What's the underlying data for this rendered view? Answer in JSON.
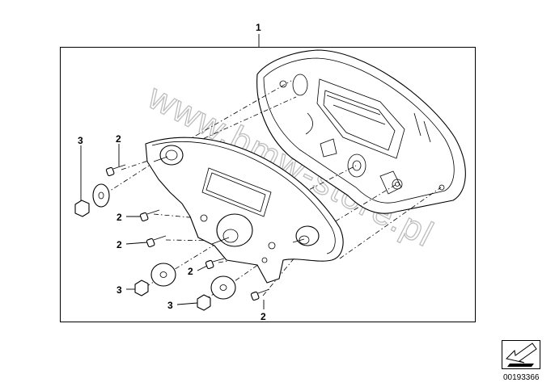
{
  "callouts": {
    "assembly": "1",
    "screw": "2",
    "nut": "3"
  },
  "watermark": "www.bmw-store.pl",
  "reference_number": "00193366",
  "icons": {
    "reference": "view-direction-arrow-icon"
  }
}
